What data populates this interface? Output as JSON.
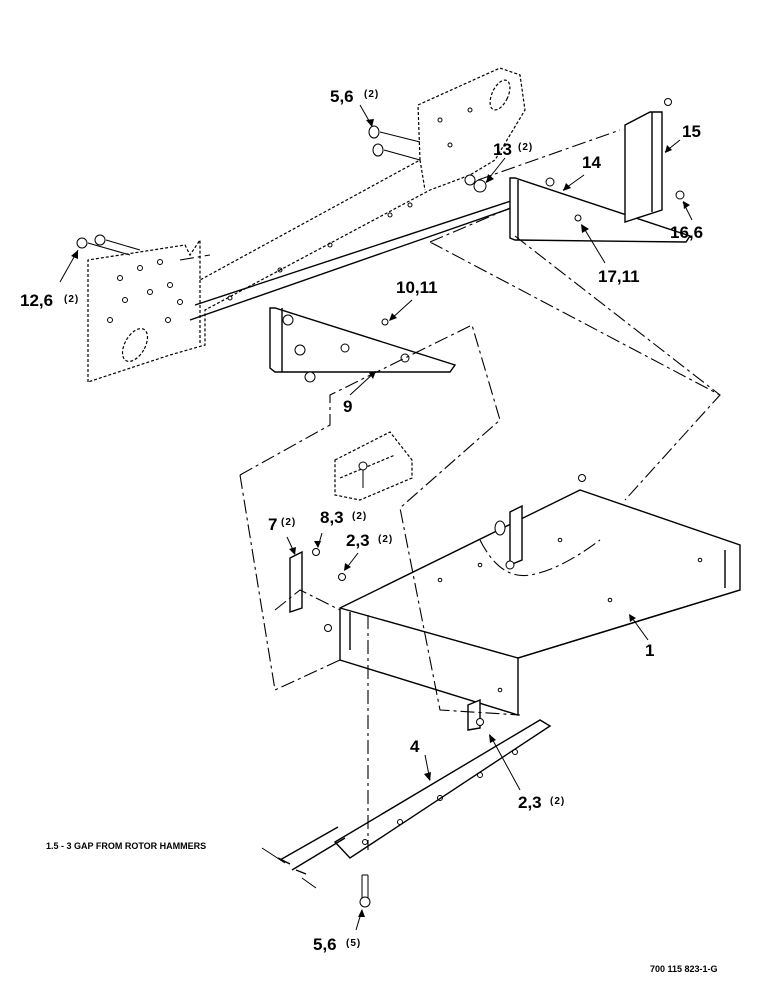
{
  "callouts": {
    "c_5_6_top": "5,6",
    "c_5_6_top_qty": "(2)",
    "c_13": "13",
    "c_13_qty": "(2)",
    "c_14": "14",
    "c_15": "15",
    "c_16_6": "16,6",
    "c_17_11": "17,11",
    "c_12_6": "12,6",
    "c_12_6_qty": "(2)",
    "c_10_11": "10,11",
    "c_9": "9",
    "c_7": "7",
    "c_7_qty": "(2)",
    "c_8_3": "8,3",
    "c_8_3_qty": "(2)",
    "c_2_3_upper": "2,3",
    "c_2_3_upper_qty": "(2)",
    "c_1": "1",
    "c_4": "4",
    "c_2_3_lower": "2,3",
    "c_2_3_lower_qty": "(2)",
    "c_5_6_bottom": "5,6",
    "c_5_6_bottom_qty": "(5)"
  },
  "gap_note": "1.5 - 3 GAP FROM ROTOR HAMMERS",
  "figure_id": "700 115 823-1-G"
}
